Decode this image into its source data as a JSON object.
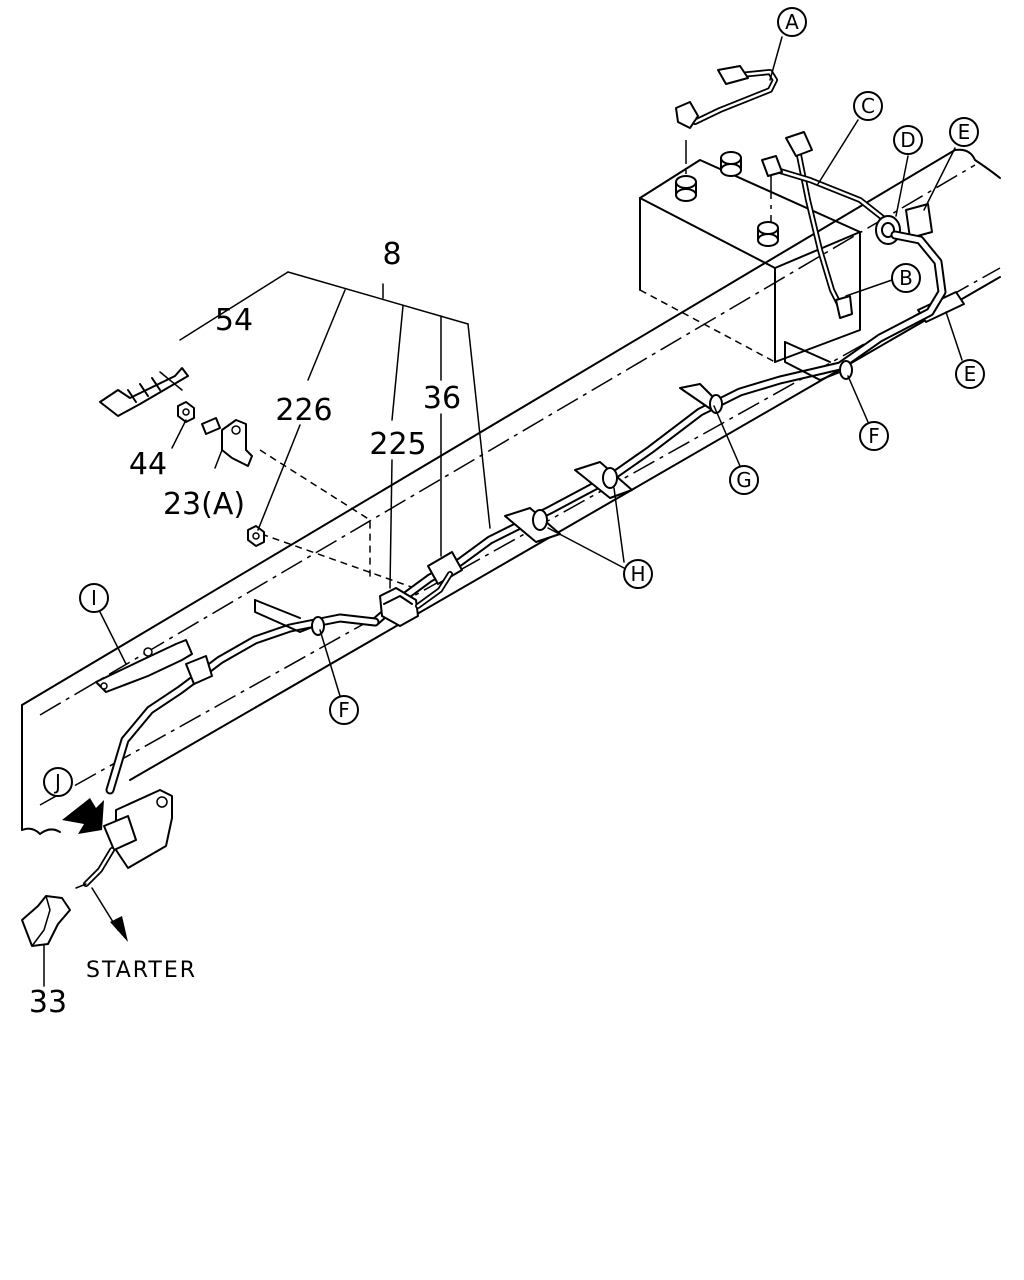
{
  "part_numbers": {
    "p8": "8",
    "p54": "54",
    "p226": "226",
    "p36": "36",
    "p225": "225",
    "p44": "44",
    "p23a": "23(A)",
    "p33": "33"
  },
  "callouts": {
    "A": "A",
    "B": "B",
    "C": "C",
    "D": "D",
    "E": "E",
    "F": "F",
    "G": "G",
    "H": "H",
    "I": "I",
    "J": "J"
  },
  "annotations": {
    "starter": "STARTER"
  }
}
